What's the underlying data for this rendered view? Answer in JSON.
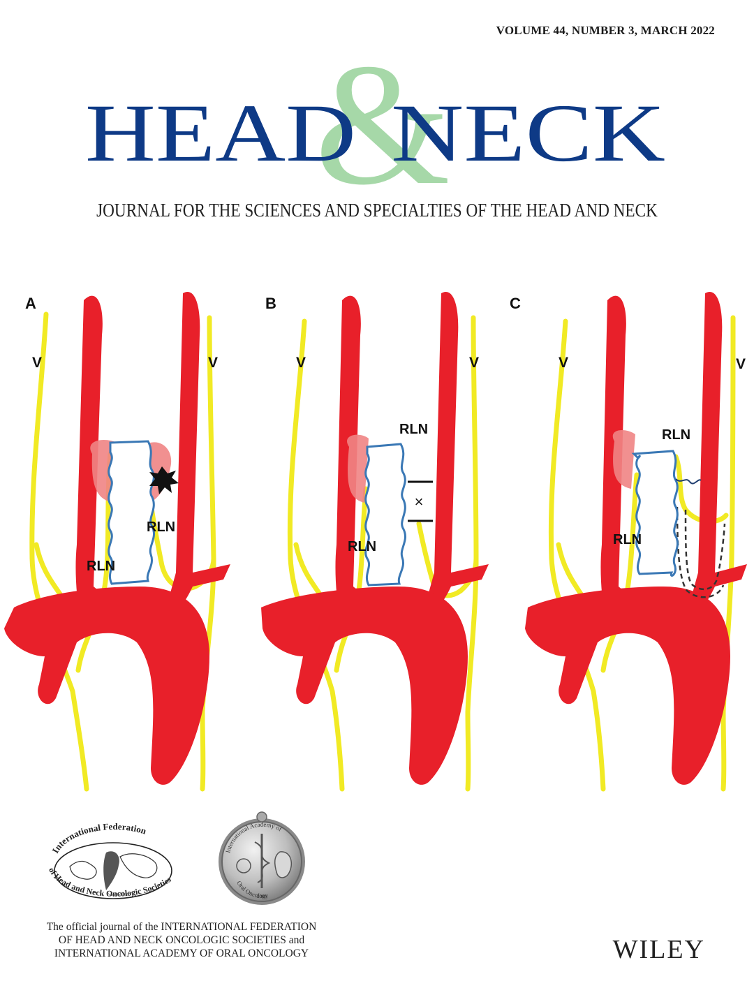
{
  "cover": {
    "volume_line": "VOLUME 44, NUMBER  3, MARCH 2022",
    "title_left": "HEAD",
    "title_amp": "&",
    "title_right": "NECK",
    "subtitle": "JOURNAL FOR THE SCIENCES AND SPECIALTIES OF THE HEAD AND NECK",
    "publisher": "WILEY",
    "official_lines": [
      "The official journal of the INTERNATIONAL FEDERATION",
      "OF HEAD AND NECK ONCOLOGIC SOCIETIES and",
      "INTERNATIONAL ACADEMY OF ORAL ONCOLOGY"
    ]
  },
  "colors": {
    "title_blue": "#0e3a86",
    "ampersand_green": "#a6d8a8",
    "artery_red": "#e8202a",
    "nerve_yellow": "#f1ea24",
    "trachea_outline": "#3a78b5",
    "gland_pink": "#ef8484"
  },
  "figure": {
    "panels": [
      {
        "letter": "A",
        "v_left": "V",
        "v_right": "V",
        "rln_1": "RLN",
        "rln_2": "RLN",
        "marker": "injury-star"
      },
      {
        "letter": "B",
        "v_left": "V",
        "v_right": "V",
        "rln_1": "RLN",
        "rln_2": "RLN",
        "marker": "×"
      },
      {
        "letter": "C",
        "v_left": "V",
        "v_right": "V",
        "rln_1": "RLN",
        "rln_2": "RLN",
        "marker": "nerve-graft"
      }
    ]
  },
  "logos": {
    "ifhnos_top": "International Federation",
    "ifhnos_bottom": "of Head and Neck Oncologic Societies",
    "ifhnos_founded": "Founded 1987",
    "iaoo_top": "International Academy of",
    "iaoo_bottom": "Oral Oncology",
    "iaoo_year": "2008"
  }
}
